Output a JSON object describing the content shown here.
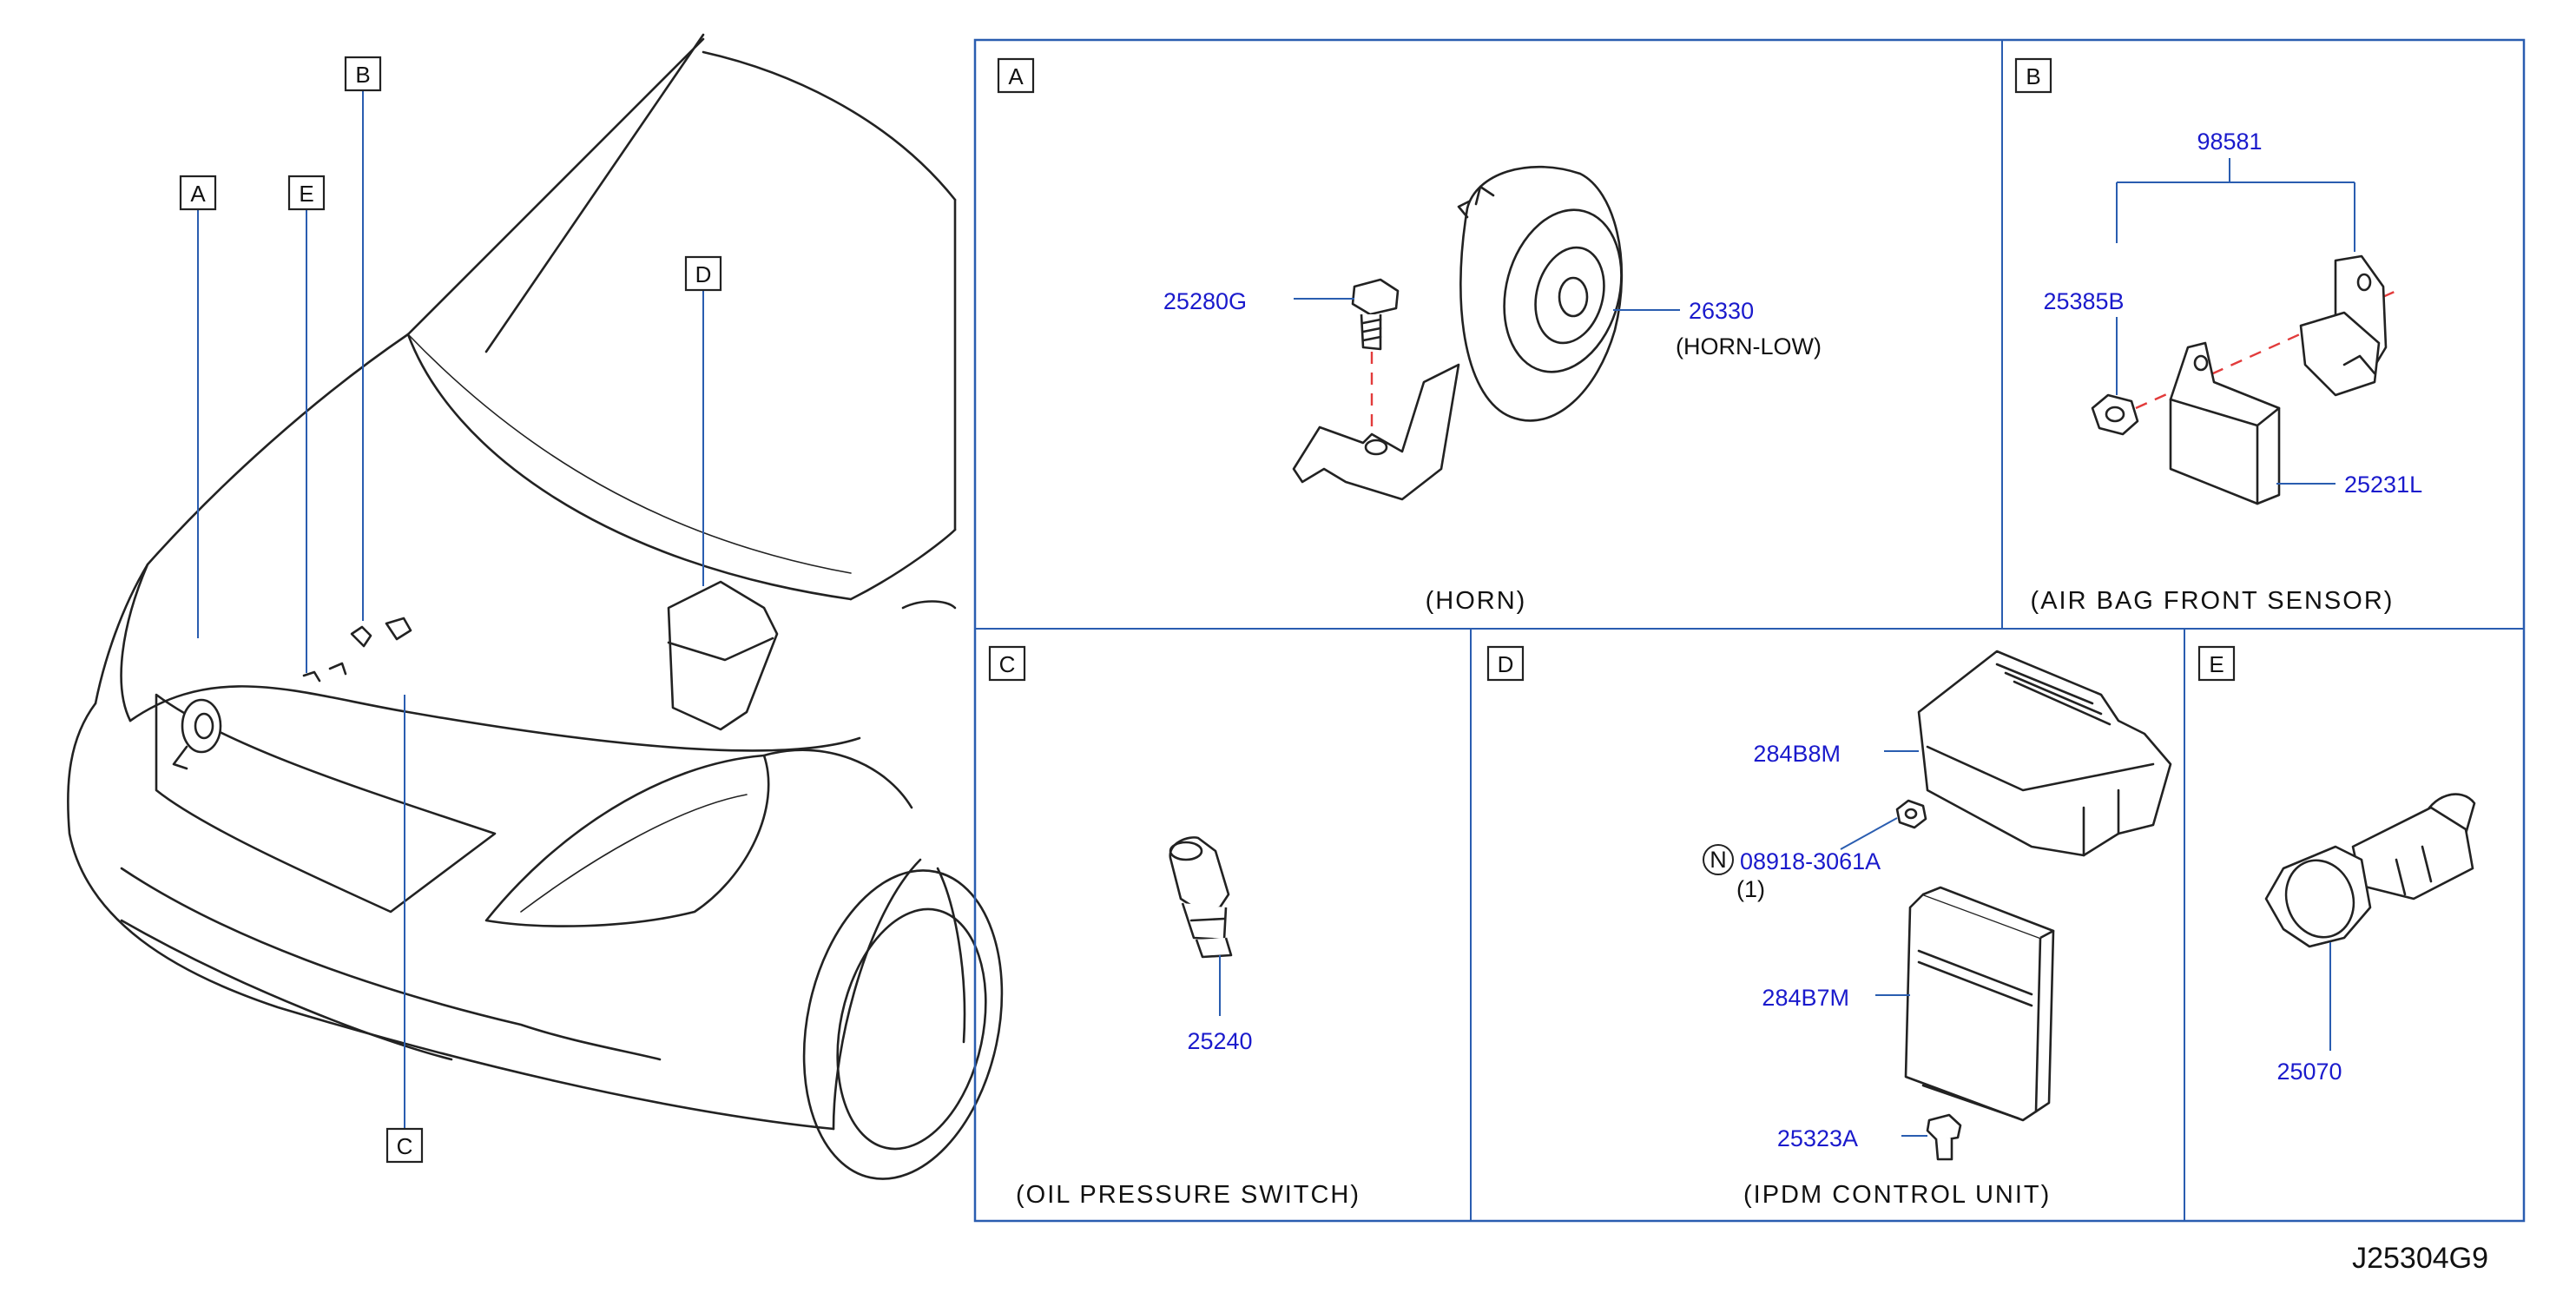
{
  "car_labels": {
    "a": "A",
    "b": "B",
    "c": "C",
    "d": "D",
    "e": "E"
  },
  "sections": {
    "horn": {
      "letter": "A",
      "caption": "(HORN)",
      "parts": {
        "bolt": "25280G",
        "horn": "26330",
        "horn_desc": "(HORN-LOW)"
      }
    },
    "airbag": {
      "letter": "B",
      "caption": "(AIR   BAG   FRONT   SENSOR)",
      "parts": {
        "assembly": "98581",
        "nut": "25385B",
        "bracket": "25231L"
      }
    },
    "oil": {
      "letter": "C",
      "caption": "(OIL   PRESSURE   SWITCH)",
      "parts": {
        "switch": "25240"
      }
    },
    "ipdm": {
      "letter": "D",
      "caption": "(IPDM   CONTROL   UNIT)",
      "parts": {
        "cover": "284B8M",
        "nut_symbol": "N",
        "nut": "08918-3061A",
        "nut_qty": "(1)",
        "unit": "284B7M",
        "bolt": "25323A"
      }
    },
    "sensor": {
      "letter": "E",
      "parts": {
        "sensor": "25070"
      }
    }
  },
  "diagram_code": "J25304G9"
}
